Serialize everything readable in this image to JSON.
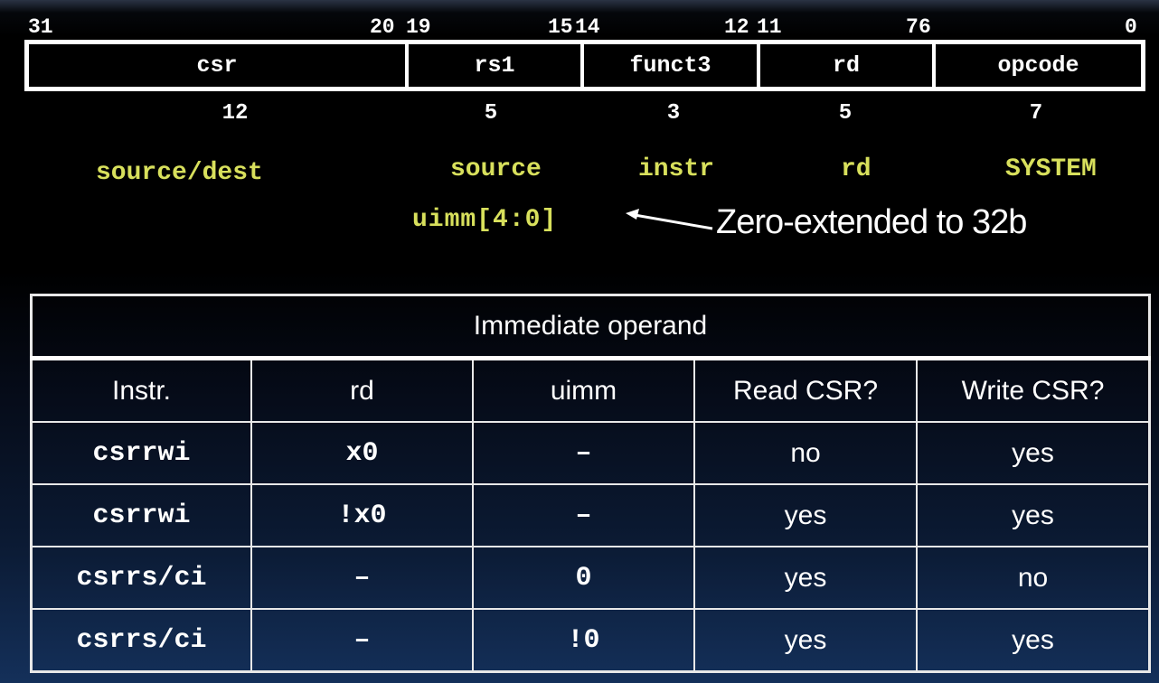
{
  "encoding": {
    "bit_labels": [
      "31",
      "20",
      "19",
      "15",
      "14",
      "12",
      "11",
      "7",
      "6",
      "0"
    ],
    "fields": [
      {
        "name": "csr",
        "width": "12",
        "role": "source/dest"
      },
      {
        "name": "rs1",
        "width": "5",
        "role": "source"
      },
      {
        "name": "funct3",
        "width": "3",
        "role": "instr"
      },
      {
        "name": "rd",
        "width": "5",
        "role": "rd"
      },
      {
        "name": "opcode",
        "width": "7",
        "role": "SYSTEM"
      }
    ],
    "rs1_alt": "uimm[4:0]",
    "note": "Zero-extended to 32b"
  },
  "table": {
    "title": "Immediate operand",
    "headers": [
      "Instr.",
      "rd",
      "uimm",
      "Read CSR?",
      "Write CSR?"
    ],
    "rows": [
      [
        "csrrwi",
        "x0",
        "–",
        "no",
        "yes"
      ],
      [
        "csrrwi",
        "!x0",
        "–",
        "yes",
        "yes"
      ],
      [
        "csrrs/ci",
        "–",
        "0",
        "yes",
        "no"
      ],
      [
        "csrrs/ci",
        "–",
        "!0",
        "yes",
        "yes"
      ]
    ]
  }
}
